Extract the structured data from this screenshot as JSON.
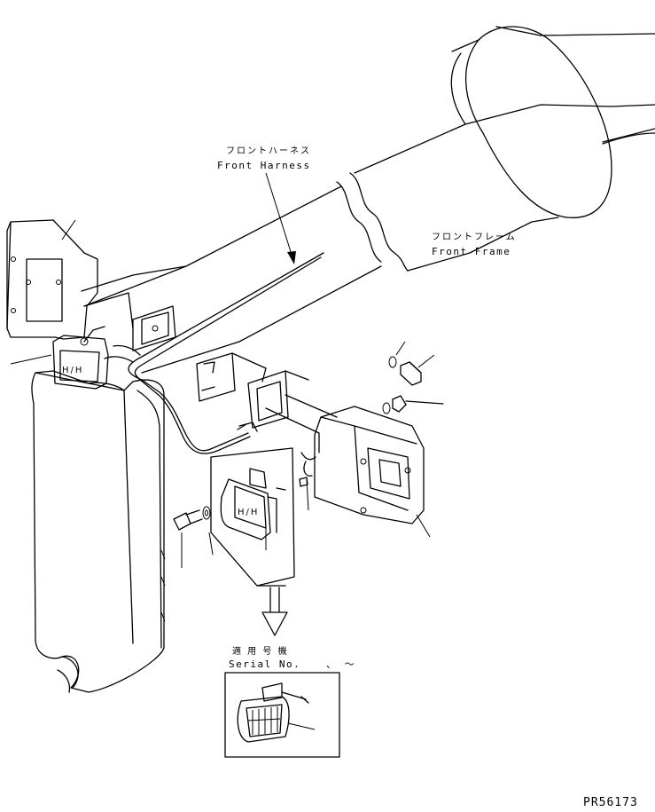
{
  "labels": {
    "front_harness_jp": "フロントハーネス",
    "front_harness_en": "Front Harness",
    "front_frame_jp": "フロントフレーム",
    "front_frame_en": "Front Frame",
    "serial_jp": "適 用 号 機",
    "serial_en": "Serial No.",
    "serial_range": "、 ～",
    "drawing_code": "PR56173"
  },
  "lamp_markings": {
    "main_lamp": "H/H",
    "left_lamp": "H/H"
  }
}
